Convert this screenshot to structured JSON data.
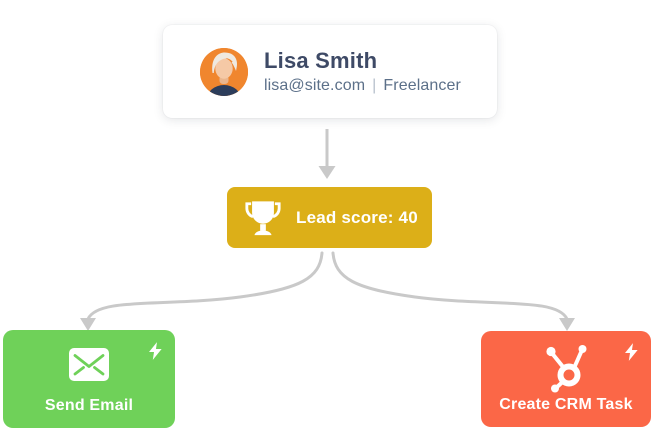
{
  "contact_card": {
    "name": "Lisa Smith",
    "email": "lisa@site.com",
    "separator": "|",
    "role": "Freelancer",
    "avatar": "woman-portrait-avatar"
  },
  "score_card": {
    "label": "Lead score: 40",
    "icon": "trophy-icon"
  },
  "action_cards": [
    {
      "label": "Send Email",
      "icon": "envelope-icon",
      "badge_icon": "lightning-bolt-icon",
      "color": "#6FD159"
    },
    {
      "label": "Create CRM Task",
      "icon": "hubspot-sprocket-icon",
      "badge_icon": "lightning-bolt-icon",
      "color": "#FB6747"
    }
  ],
  "colors": {
    "contact_card_bg": "#FFFFFF",
    "contact_name_text": "#3E4A66",
    "contact_meta_text": "#5C7089",
    "avatar_bg": "#F0862E",
    "score_card_bg": "#DCAF18",
    "send_email_bg": "#6FD159",
    "crm_card_bg": "#FB6747",
    "connector_arrow": "#C9C9C9",
    "label_text": "#FFFFFF"
  }
}
